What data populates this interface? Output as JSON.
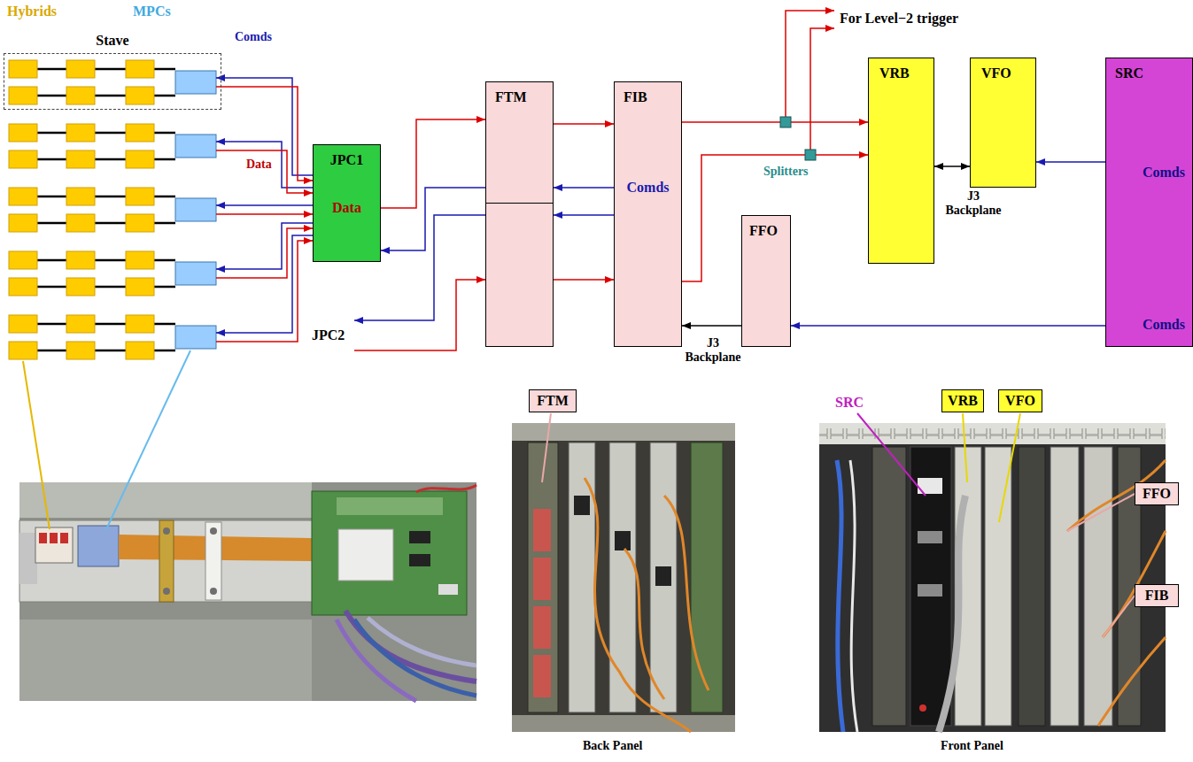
{
  "diagram": {
    "nodes": [
      {
        "text": [
          "Stave"
        ]
      },
      {
        "text": [
          "JPC1",
          "Data"
        ]
      },
      {
        "text": [
          "FTM"
        ]
      },
      {
        "text": [
          "FIB",
          "Comds"
        ]
      },
      {
        "text": [
          "FFO"
        ]
      },
      {
        "text": [
          "VRB"
        ]
      },
      {
        "text": [
          "VFO"
        ]
      },
      {
        "text": [
          "SRC",
          "Comds",
          "Comds"
        ]
      },
      {
        "text": [
          "FTM"
        ]
      },
      {
        "text": [
          "VRB"
        ]
      },
      {
        "text": [
          "VFO"
        ]
      },
      {
        "text": [
          "FFO"
        ]
      },
      {
        "text": [
          "FIB"
        ]
      }
    ],
    "edges": [
      {
        "from": 1,
        "to": 2,
        "arrow": "to"
      },
      {
        "from": 2,
        "to": 3,
        "arrow": "to"
      },
      {
        "from": 3,
        "to": 2,
        "arrow": "to"
      },
      {
        "from": 3,
        "to": 2,
        "arrow": "to"
      },
      {
        "from": 2,
        "to": 3,
        "arrow": "to"
      },
      {
        "from": 2,
        "to": 1,
        "arrow": "to"
      },
      {
        "from": 3,
        "to": 5,
        "arrow": "to"
      },
      {
        "from": 3,
        "to": 5,
        "arrow": "to"
      },
      {
        "from": 4,
        "to": 3,
        "arrow": "to",
        "label": "J3 Backplane"
      },
      {
        "from": 7,
        "to": 4,
        "arrow": "to"
      },
      {
        "from": 7,
        "to": 6,
        "arrow": "to"
      },
      {
        "from": 5,
        "to": 6,
        "arrow": "both",
        "label": "J3 Backplane"
      }
    ],
    "labels": [
      "Hybrids",
      "MPCs",
      "Comds",
      "Data",
      "JPC2",
      "For Level−2 trigger",
      "Splitters",
      "SRC",
      "Back Panel",
      "Front Panel"
    ]
  }
}
